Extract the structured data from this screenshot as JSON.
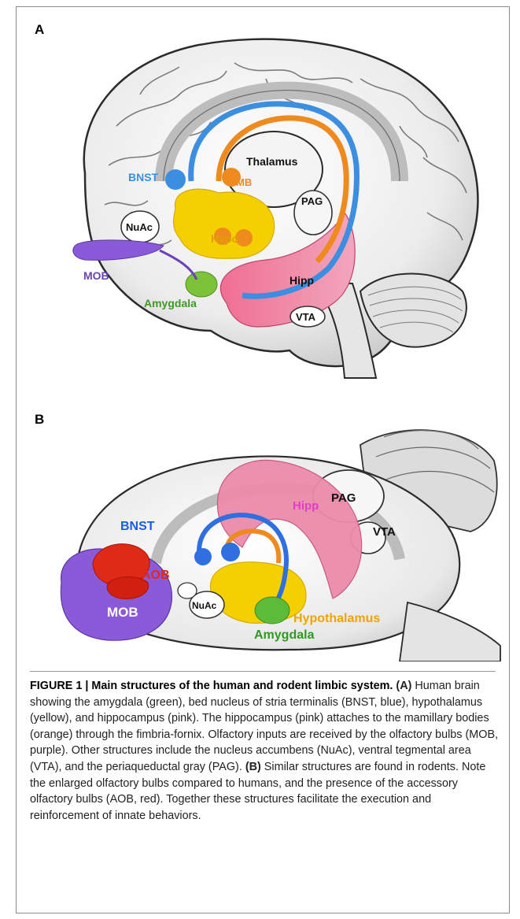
{
  "figure": {
    "panel_a_label": "A",
    "panel_b_label": "B",
    "panel_a_labels": {
      "bnst": "BNST",
      "thalamus": "Thalamus",
      "mb": "MB",
      "pag": "PAG",
      "hypo": "Hypo",
      "nuac": "NuAc",
      "mob": "MOB",
      "hipp": "Hipp",
      "amygdala": "Amygdala",
      "vta": "VTA"
    },
    "panel_b_labels": {
      "pag": "PAG",
      "hipp": "Hipp",
      "vta": "VTA",
      "bnst": "BNST",
      "aob": "AOB",
      "nuac": "NuAc",
      "mob": "MOB",
      "hypothalamus": "Hypothalamus",
      "amygdala": "Amygdala"
    },
    "colors": {
      "amygdala": "#7cc33a",
      "bnst": "#3c8fe0",
      "hypothalamus": "#f5d000",
      "hippocampus": "#ec6f93",
      "mamillary": "#ef8a1e",
      "mob": "#8a5ad8",
      "aob": "#e02a18",
      "hipp_b_label": "#e23fc7",
      "hypo_b_label": "#f0a400",
      "bnst_b_label": "#1f5be0",
      "amygdala_label": "#2f9a22"
    }
  },
  "caption": {
    "title": "FIGURE 1 | Main structures of the human and rodent limbic system.",
    "a_marker": "(A)",
    "a_text": " Human brain showing the amygdala (green), bed nucleus of stria terminalis (BNST, blue), hypothalamus (yellow), and hippocampus (pink). The hippocampus (pink) attaches to the mamillary bodies (orange) through the fimbria-fornix. Olfactory inputs are received by the olfactory bulbs (MOB, purple). Other structures include the nucleus accumbens (NuAc), ventral tegmental area (VTA), and the periaqueductal gray (PAG). ",
    "b_marker": "(B)",
    "b_text": " Similar structures are found in rodents. Note the enlarged olfactory bulbs compared to humans, and the presence of the accessory olfactory bulbs (AOB, red). Together these structures facilitate the execution and reinforcement of innate behaviors."
  }
}
